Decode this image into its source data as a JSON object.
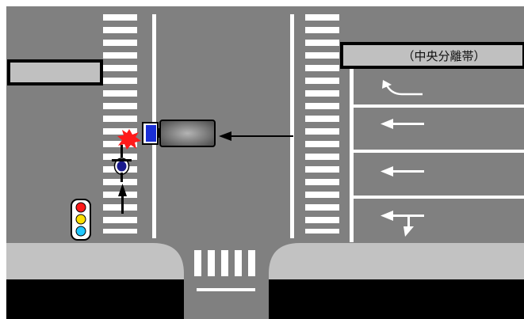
{
  "median": {
    "label": "（中央分離帯）"
  },
  "signal": {
    "lights": [
      "red",
      "yellow",
      "blue"
    ]
  },
  "lane_arrows": [
    "left-curve",
    "straight-left",
    "straight-left",
    "straight-left-with-left-down-turn"
  ],
  "vehicles": [
    "truck",
    "bicycle"
  ],
  "event": "collision",
  "colors": {
    "road": "#808080",
    "sidewalk": "#c0c0c0",
    "stripe": "#ffffff",
    "truck_cab": "#1a2fd6",
    "collision": "#ff1a1a"
  }
}
